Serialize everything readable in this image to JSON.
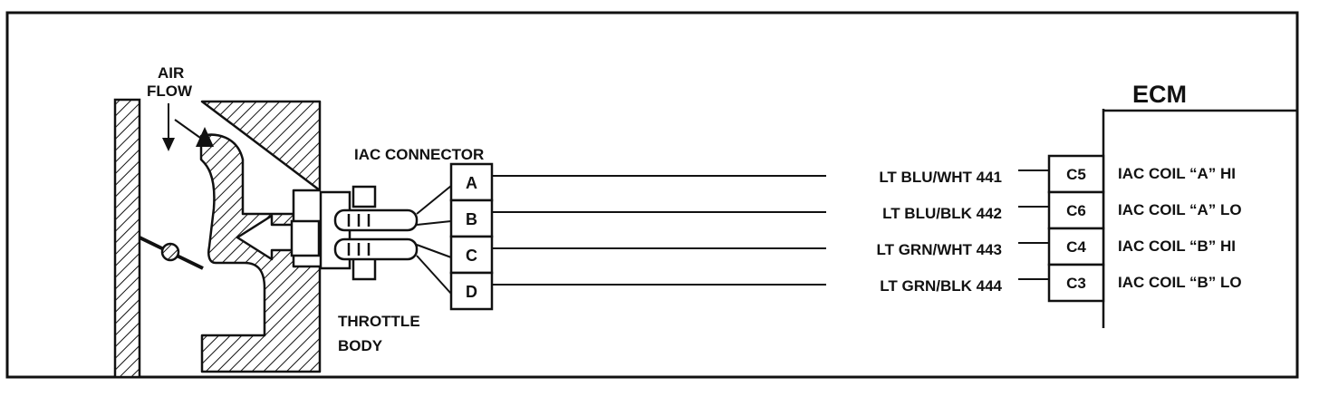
{
  "labels": {
    "air_flow_line1": "AIR",
    "air_flow_line2": "FLOW",
    "iac_connector": "IAC CONNECTOR",
    "throttle_line1": "THROTTLE",
    "throttle_line2": "BODY",
    "ecm": "ECM"
  },
  "connector_pins": [
    "A",
    "B",
    "C",
    "D"
  ],
  "wires": [
    {
      "pin": "A",
      "wire": "LT BLU/WHT  441",
      "ecm_pin": "C5",
      "function": "IAC COIL “A” HI"
    },
    {
      "pin": "B",
      "wire": "LT BLU/BLK  442",
      "ecm_pin": "C6",
      "function": "IAC COIL “A” LO"
    },
    {
      "pin": "C",
      "wire": "LT GRN/WHT 443",
      "ecm_pin": "C4",
      "function": "IAC COIL “B” HI"
    },
    {
      "pin": "D",
      "wire": "LT GRN/BLK 444",
      "ecm_pin": "C3",
      "function": "IAC COIL “B” LO"
    }
  ],
  "colors": {
    "ink": "#111111",
    "background": "#ffffff"
  }
}
